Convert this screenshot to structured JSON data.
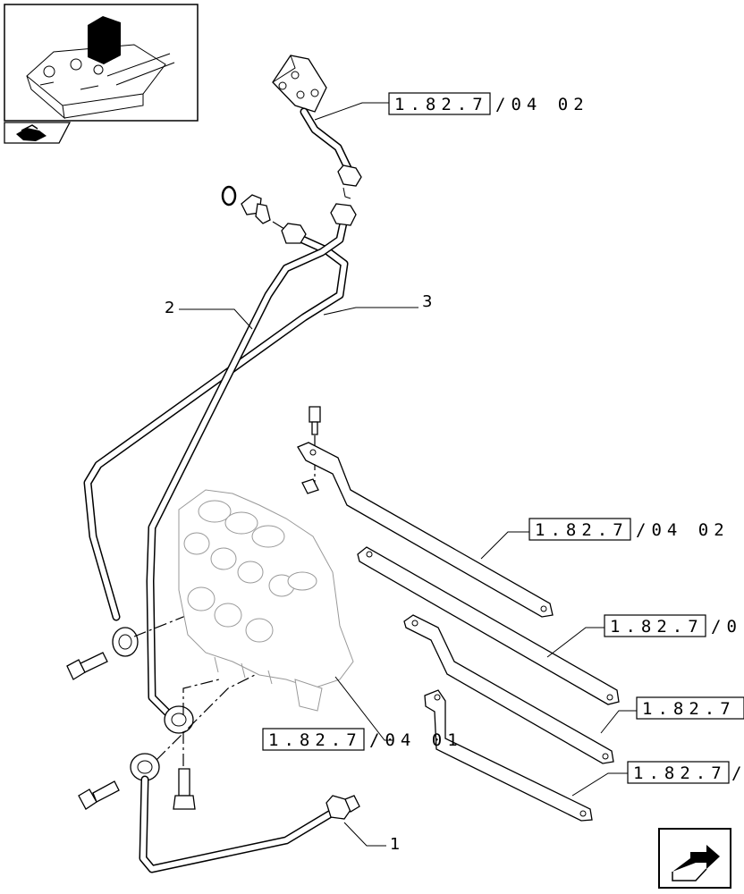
{
  "references": {
    "ref_top": "1.82.7",
    "ref_top_suffix": "/04 02",
    "ref_bracket1": "1.82.7",
    "ref_bracket1_suffix": "/04 02",
    "ref_bracket2": "1.82.7",
    "ref_bracket2_suffix": "/0",
    "ref_bracket3": "1.82.7",
    "ref_bracket3_suffix": "",
    "ref_bracket4": "1.82.7",
    "ref_bracket4_suffix": "/",
    "ref_valve": "1.82.7",
    "ref_valve_suffix": "/04 01"
  },
  "callouts": {
    "item_1": "1",
    "item_2": "2",
    "item_3": "3"
  },
  "icons": {
    "thumbnail": "assembly-thumbnail",
    "prev_nav": "previous-page-icon",
    "next_nav": "next-page-icon"
  }
}
